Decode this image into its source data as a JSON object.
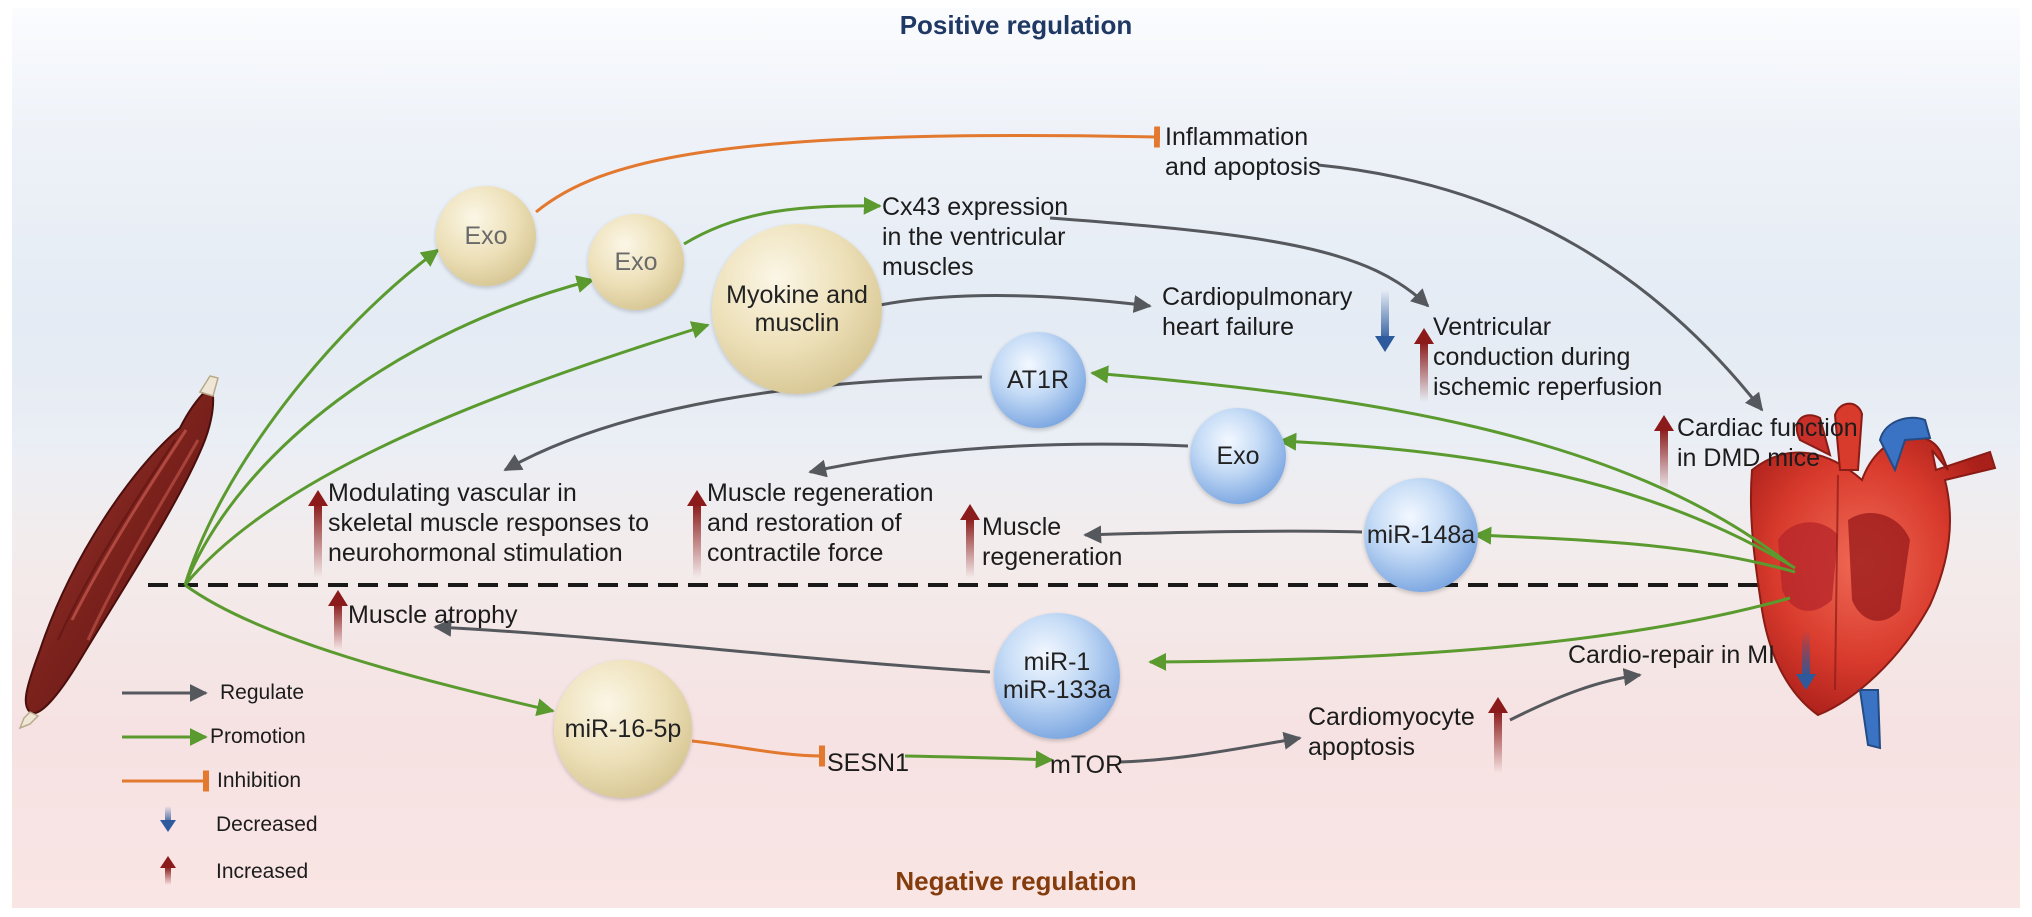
{
  "titles": {
    "positive": "Positive regulation",
    "negative": "Negative regulation"
  },
  "colors": {
    "regulate": "#55585c",
    "promotion": "#5a9a2f",
    "inhibition": "#e2792f",
    "decreased": "#2c5a9c",
    "increased": "#8b1a1a",
    "positive_title": "#1f3864",
    "negative_title": "#843c0c"
  },
  "nodes": {
    "exo1": "Exo",
    "exo2": "Exo",
    "myokine": "Myokine and\nmusclin",
    "at1r": "AT1R",
    "exo_blue": "Exo",
    "mir148a": "miR-148a",
    "mir1_133a": "miR-1\nmiR-133a",
    "mir16": "miR-16-5p"
  },
  "labels": {
    "inflammation": "Inflammation\nand apoptosis",
    "cx43": "Cx43 expression\nin the ventricular\nmuscles",
    "cardiopulmonary": "Cardiopulmonary\nheart failure",
    "ventricular": "Ventricular\nconduction during\nischemic reperfusion",
    "cardiac_function": "Cardiac function\nin DMD mice",
    "modulating": "Modulating vascular in\nskeletal muscle responses to\nneurohormonal stimulation",
    "regeneration_restore": "Muscle regeneration\nand restoration of\ncontractile force",
    "muscle_regeneration": "Muscle\nregeneration",
    "muscle_atrophy": "Muscle atrophy",
    "cardio_repair": "Cardio-repair in MI",
    "cardiomyocyte": "Cardiomyocyte\napoptosis",
    "sesn1": "SESN1",
    "mtor": "mTOR"
  },
  "legend": {
    "regulate": "Regulate",
    "promotion": "Promotion",
    "inhibition": "Inhibition",
    "decreased": "Decreased",
    "increased": "Increased"
  },
  "icons": [
    "muscle-icon",
    "heart-icon"
  ]
}
